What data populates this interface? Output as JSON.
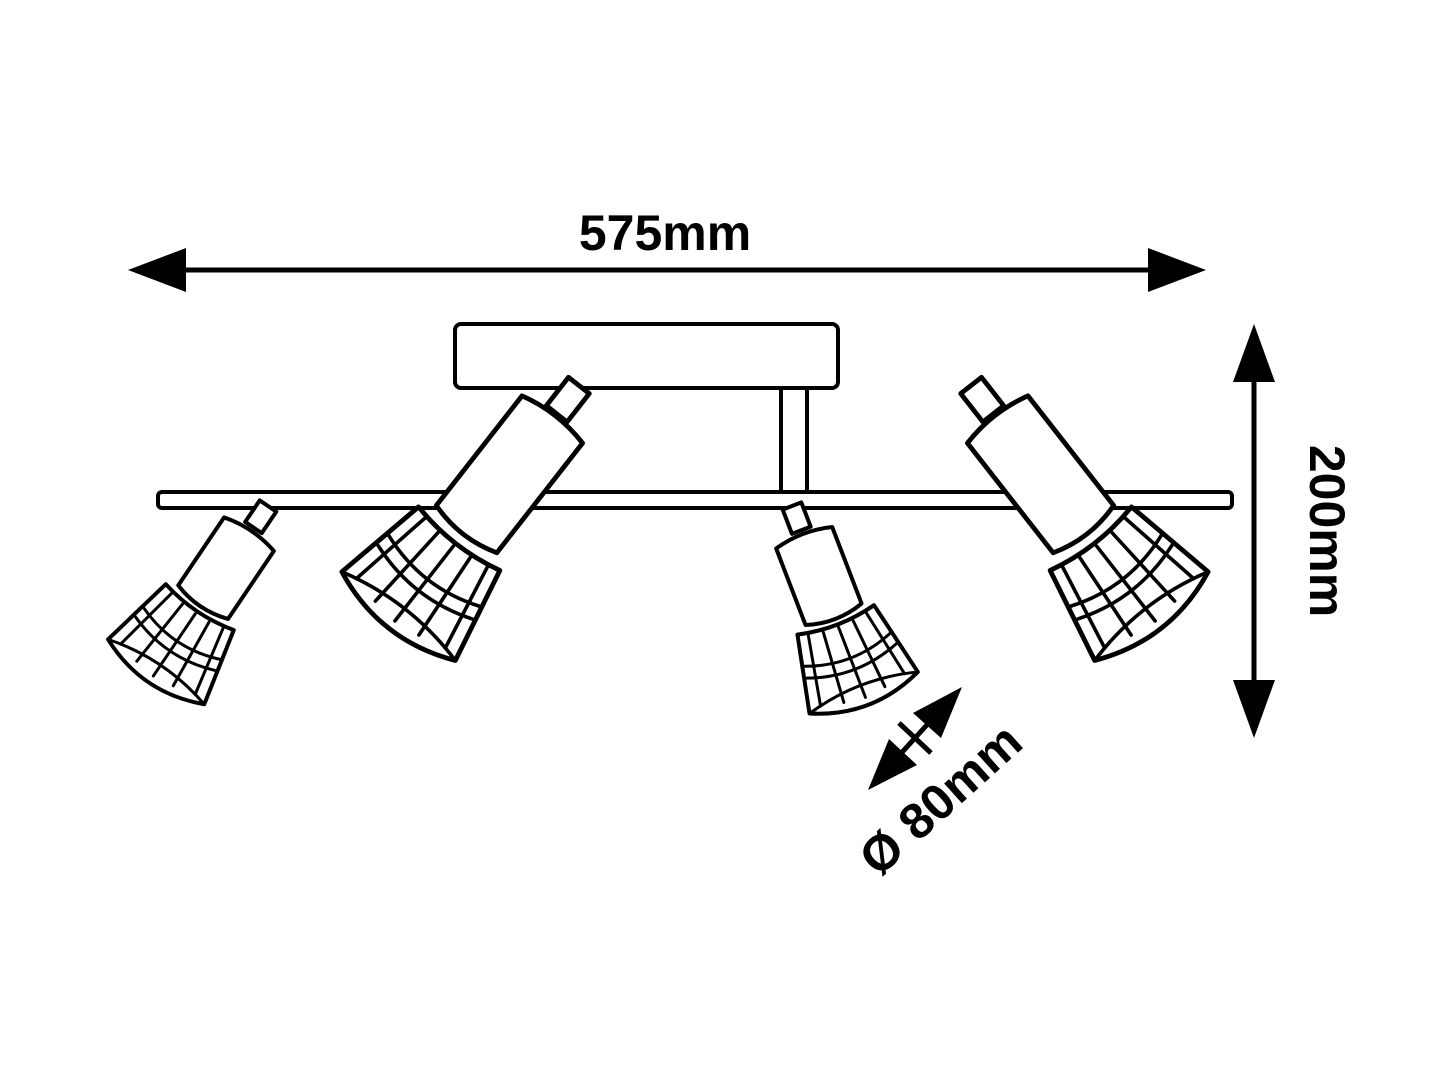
{
  "diagram": {
    "kind": "technical-dimension-drawing",
    "subject": "four-light ceiling spotlight bar",
    "background": "#ffffff",
    "line_color": "#000000",
    "dimensions": {
      "width": "575mm",
      "height": "200mm",
      "shade_diameter": "Ø 80mm"
    }
  }
}
